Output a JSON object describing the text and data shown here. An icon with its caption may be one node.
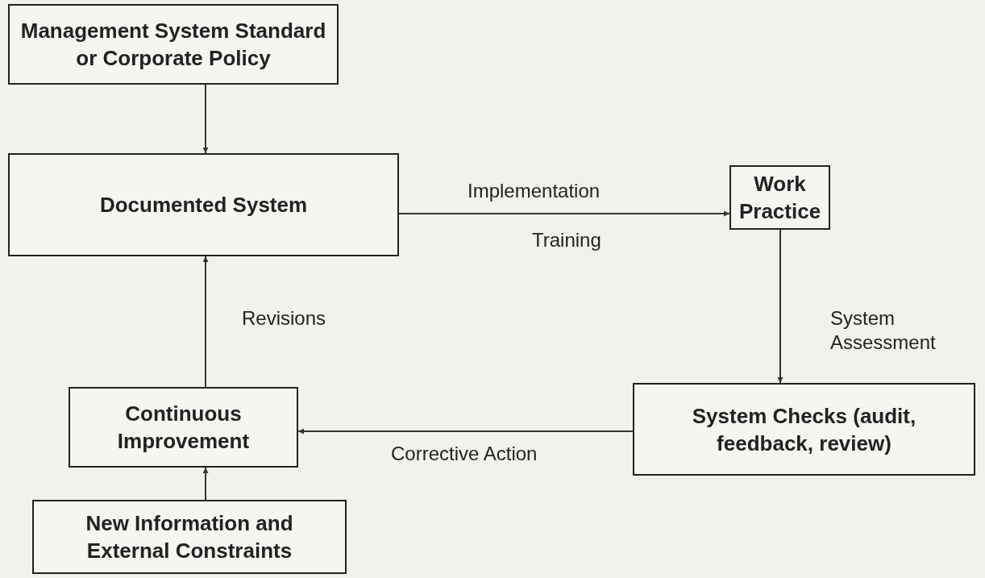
{
  "diagram": {
    "nodes": [
      {
        "text": [
          "Management System Standard or Corporate Policy"
        ]
      },
      {
        "text": [
          "Documented System"
        ]
      },
      {
        "text": [
          "Work Practice"
        ]
      },
      {
        "text": [
          "System Checks (audit, feedback, review)"
        ]
      },
      {
        "text": [
          "Continuous Improvement"
        ]
      },
      {
        "text": [
          "New Information and External Constraints"
        ]
      }
    ],
    "edges": [
      {
        "from": 0,
        "to": 1,
        "arrow": "to"
      },
      {
        "from": 1,
        "to": 2,
        "arrow": "to",
        "label": "Implementation"
      },
      {
        "from": 2,
        "to": 3,
        "arrow": "to",
        "label": "System Assessment"
      },
      {
        "from": 3,
        "to": 4,
        "arrow": "to",
        "label": "Corrective Action"
      },
      {
        "from": 4,
        "to": 1,
        "arrow": "to",
        "label": "Revisions"
      },
      {
        "from": 5,
        "to": 4,
        "arrow": "to"
      }
    ],
    "labels": [
      "Training"
    ]
  }
}
